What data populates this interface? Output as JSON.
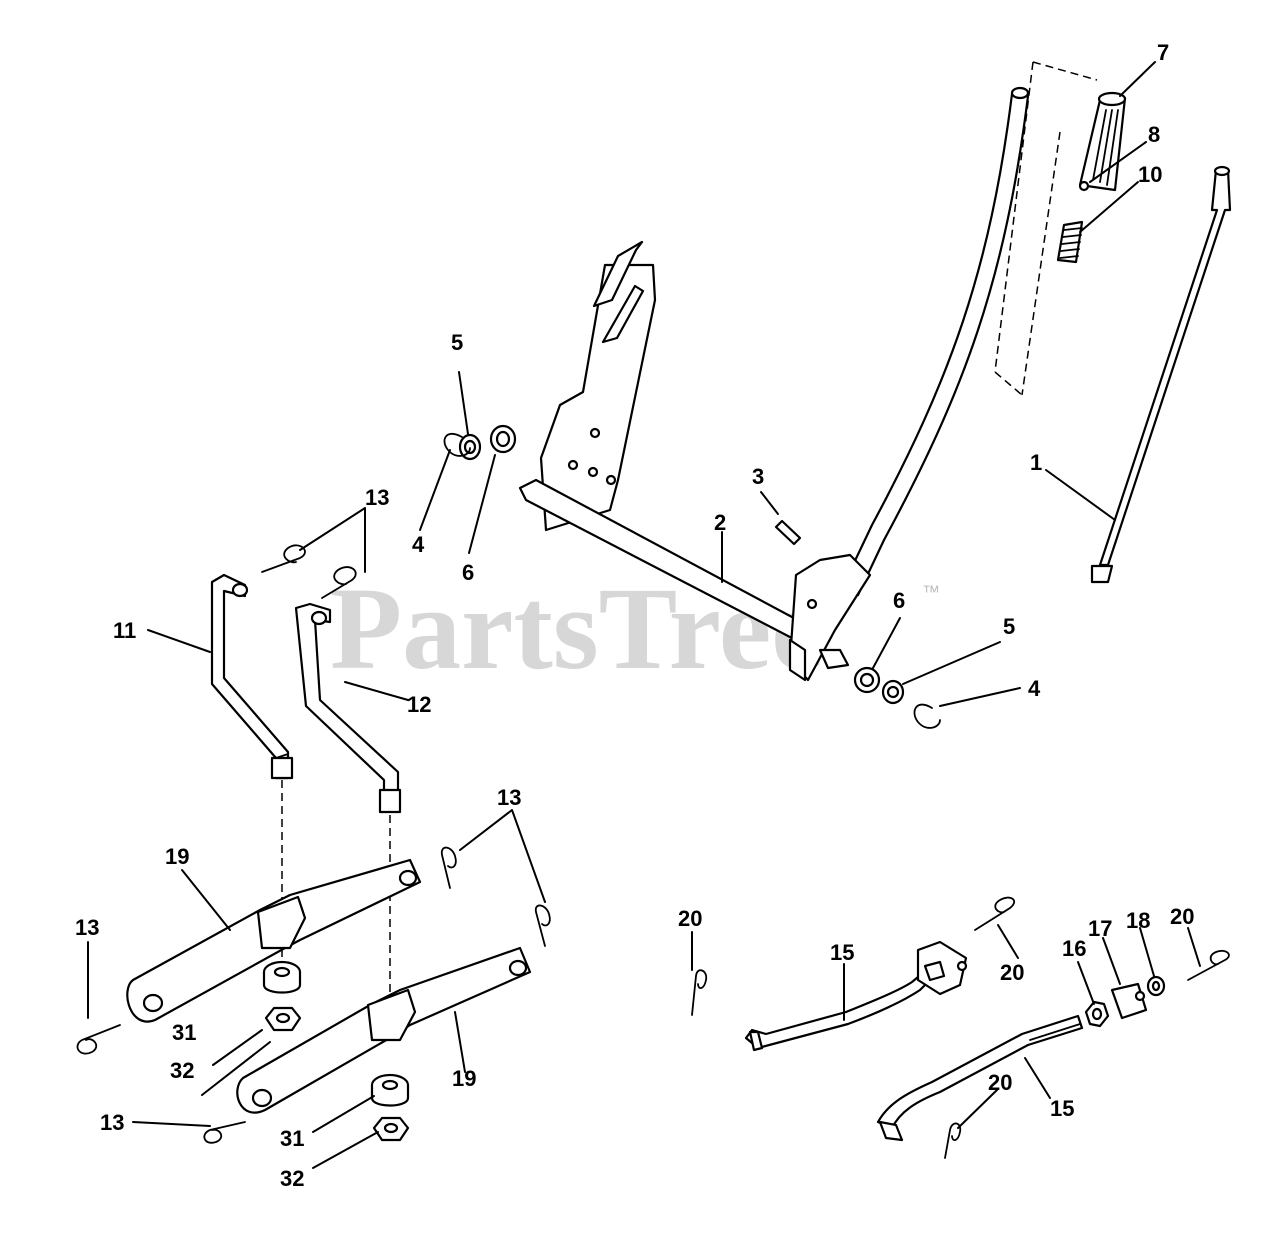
{
  "watermark": {
    "text": "PartsTree",
    "trademark": "™"
  },
  "callouts": {
    "c1": "1",
    "c2": "2",
    "c3": "3",
    "c4a": "4",
    "c4b": "4",
    "c5a": "5",
    "c5b": "5",
    "c6a": "6",
    "c6b": "6",
    "c7": "7",
    "c8": "8",
    "c10": "10",
    "c11": "11",
    "c12": "12",
    "c13a": "13",
    "c13b": "13",
    "c13c": "13",
    "c13d": "13",
    "c15a": "15",
    "c15b": "15",
    "c16": "16",
    "c17": "17",
    "c18": "18",
    "c19a": "19",
    "c19b": "19",
    "c20a": "20",
    "c20b": "20",
    "c20c": "20",
    "c20d": "20",
    "c31a": "31",
    "c31b": "31",
    "c32a": "32",
    "c32b": "32"
  }
}
